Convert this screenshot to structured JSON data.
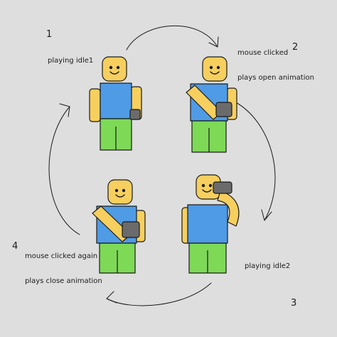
{
  "steps": [
    {
      "number": "1",
      "caption_1": "playing idle1",
      "caption_2": ""
    },
    {
      "number": "2",
      "caption_1": "mouse clicked",
      "caption_2": "plays open animation"
    },
    {
      "number": "3",
      "caption_1": "playing idle2",
      "caption_2": ""
    },
    {
      "number": "4",
      "caption_1": "mouse clicked again",
      "caption_2": "plays close animation"
    }
  ],
  "colors": {
    "background": "#dedede",
    "head_skin": "#f6cf5e",
    "torso": "#4f9be6",
    "legs": "#7ed957",
    "device": "#6b6b6b",
    "outline": "#1b1b1b"
  },
  "icons": [
    "smiley-face-icon",
    "arrow-icon"
  ]
}
